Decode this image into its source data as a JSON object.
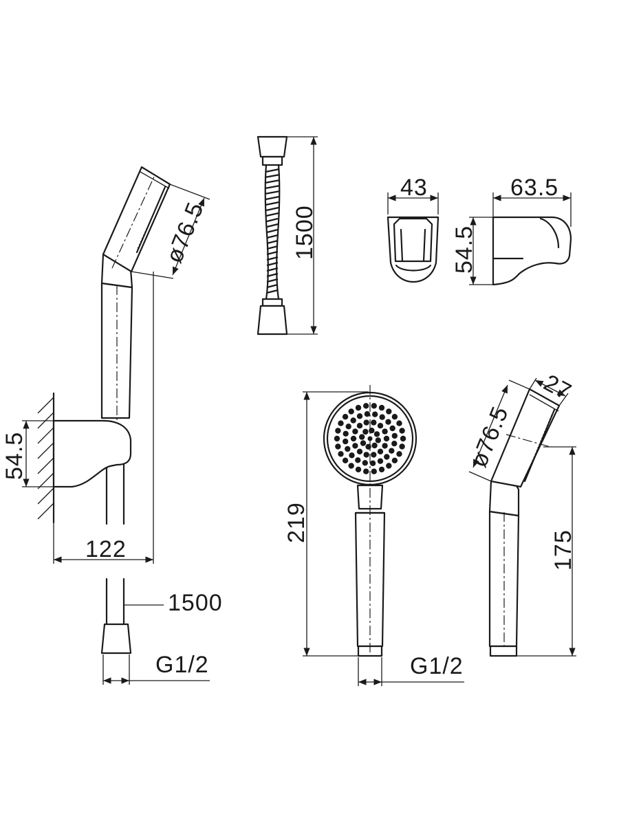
{
  "dimensions": {
    "mount_height": "54.5",
    "mount_projection": "122",
    "hose_length": "1500",
    "hose_length_callout": "1500",
    "hose_thread": "G1/2",
    "head_diameter_side": "ø76.5",
    "holder_width": "43",
    "holder_depth": "63.5",
    "holder_height": "54.5",
    "handset_length": "219",
    "handset_thread": "G1/2",
    "head_diameter_profile": "ø76.5",
    "head_thickness": "27",
    "handset_height": "175"
  }
}
